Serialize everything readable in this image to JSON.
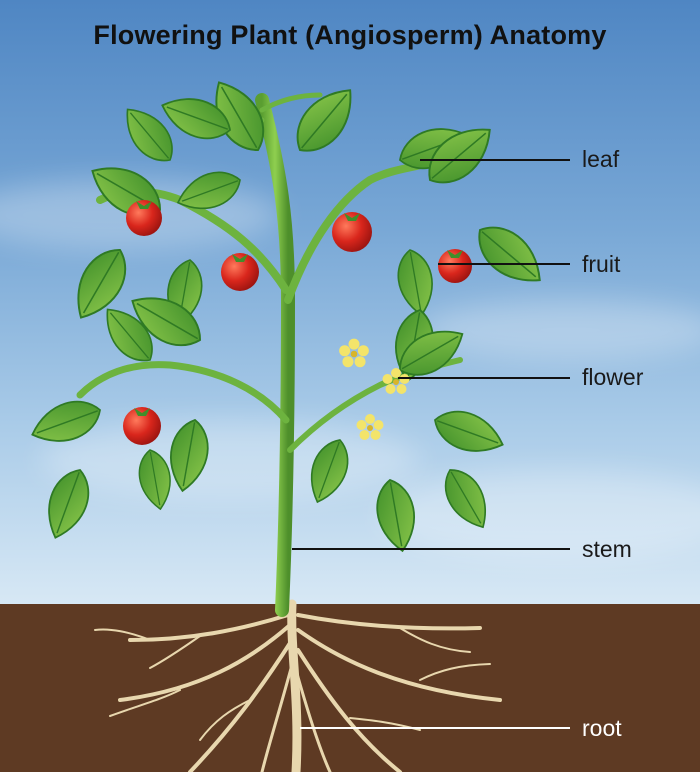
{
  "diagram": {
    "title": "Flowering Plant (Angiosperm) Anatomy",
    "labels": {
      "leaf": "leaf",
      "fruit": "fruit",
      "flower": "flower",
      "stem": "stem",
      "root": "root"
    }
  },
  "colors": {
    "sky_top": "#4f86c3",
    "sky_bottom": "#d7e8f5",
    "soil": "#5e3a23",
    "leaf": "#5fae3a",
    "leaf_dark": "#2f7a24",
    "stem": "#6db33f",
    "fruit": "#d9261c",
    "flower": "#f3e46a",
    "root": "#e8d7ae",
    "leader_line": "#111111"
  }
}
